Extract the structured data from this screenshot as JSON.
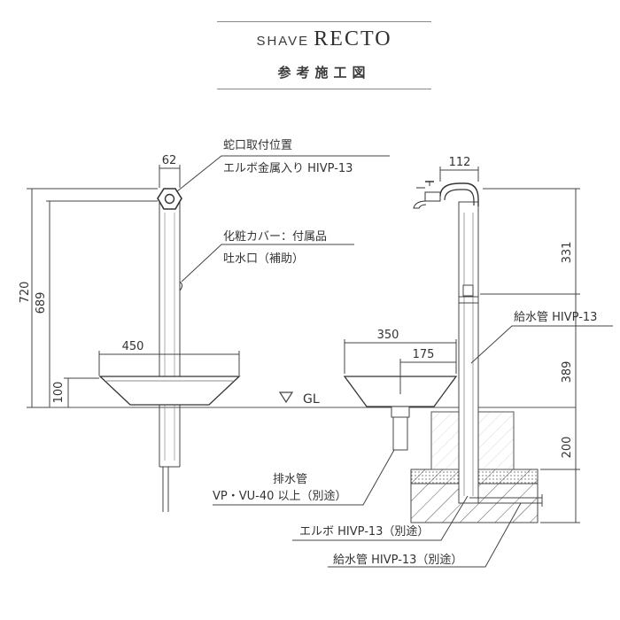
{
  "header": {
    "brand_prefix": "SHAVE",
    "brand_name": "RECTO",
    "subtitle": "参考施工図"
  },
  "left_view": {
    "dim_pipe_width": "62",
    "dim_total_height": "720",
    "dim_faucet_height": "689",
    "dim_bowl_width": "450",
    "dim_bowl_height": "100"
  },
  "right_view": {
    "dim_pipe_width": "112",
    "dim_bowl_width": "350",
    "dim_bowl_half": "175",
    "dim_upper": "331",
    "dim_middle": "389",
    "dim_foundation": "200"
  },
  "ground_label": "GL",
  "callouts": {
    "faucet_position": "蛇口取付位置",
    "elbow_metal": "エルボ金属入り HIVP-13",
    "cover": "化粧カバー：付属品",
    "spout": "吐水口（補助）",
    "supply_pipe_right": "給水管 HIVP-13",
    "drain_pipe": "排水管",
    "drain_spec": "VP・VU-40 以上（別途）",
    "elbow_bottom": "エルボ HIVP-13（別途）",
    "supply_pipe_bottom": "給水管 HIVP-13（別途）"
  }
}
